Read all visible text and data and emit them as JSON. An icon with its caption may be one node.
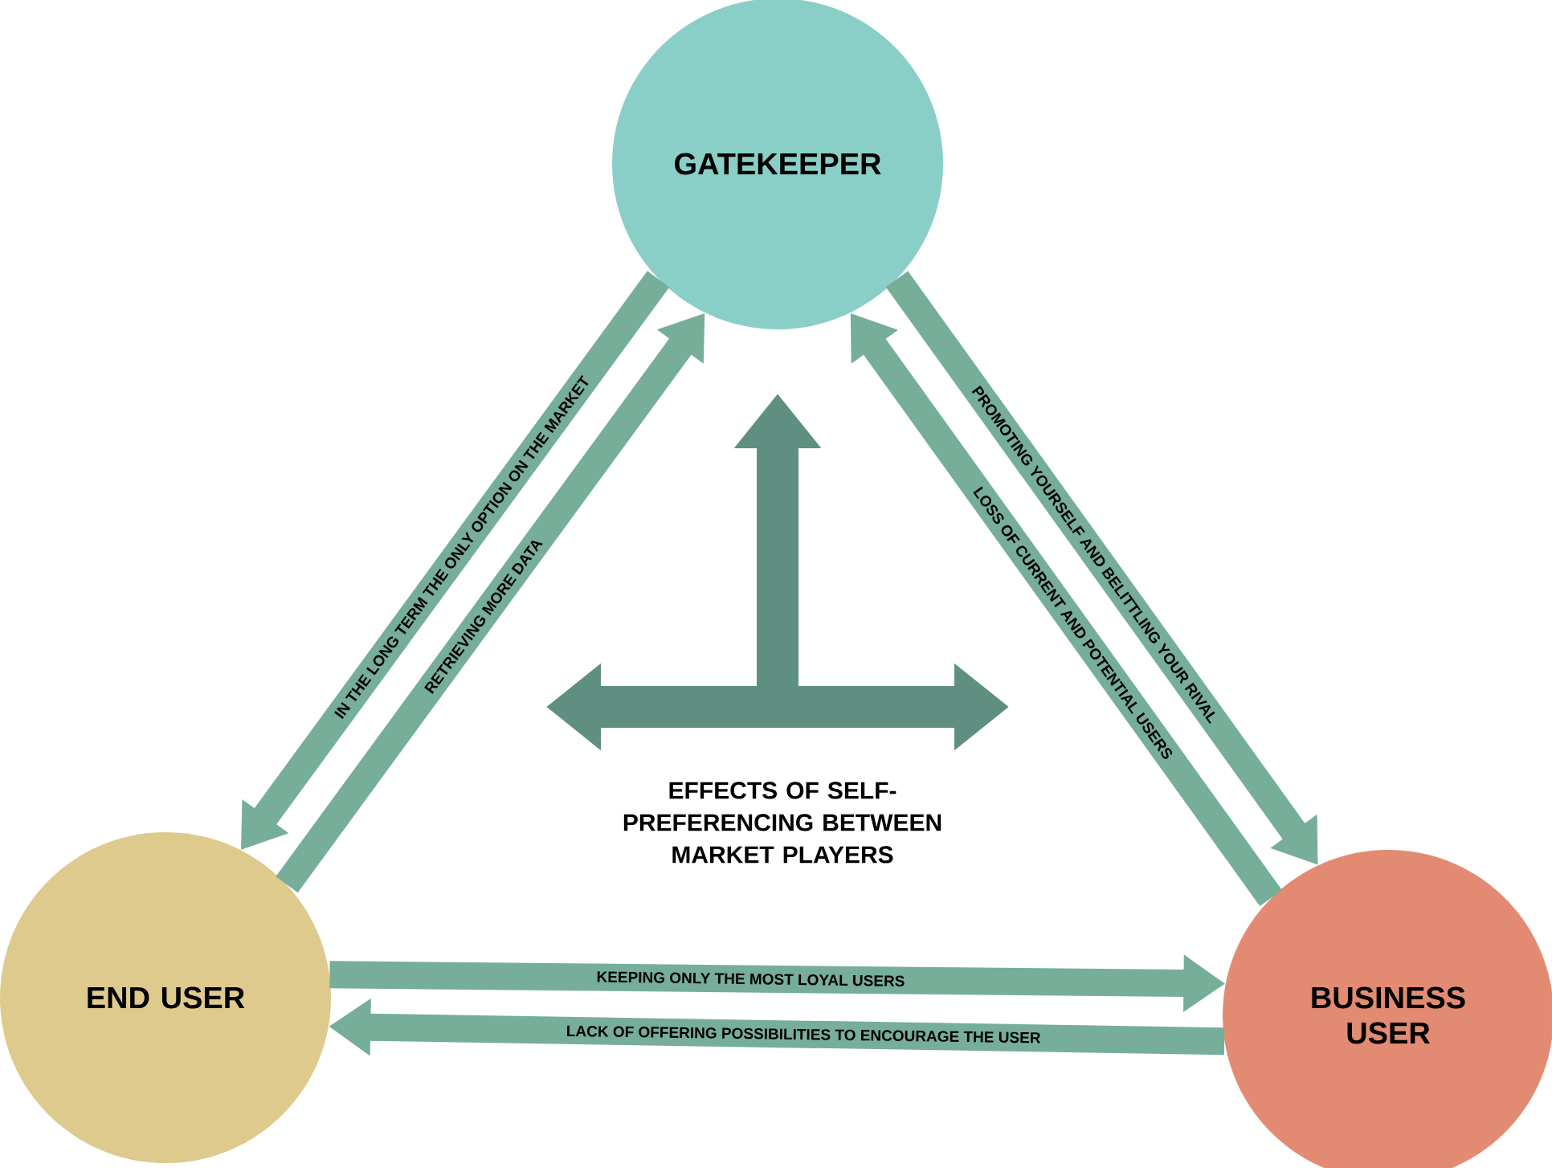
{
  "diagram": {
    "nodes": [
      {
        "text": [
          "GATEKEEPER"
        ]
      },
      {
        "text": [
          "END USER"
        ]
      },
      {
        "text": [
          "BUSINESS USER"
        ]
      }
    ],
    "edges": [
      {
        "from": 0,
        "to": 1,
        "arrow": "to",
        "label": "IN THE LONG TERM THE ONLY OPTION ON THE MARKET"
      },
      {
        "from": 1,
        "to": 0,
        "arrow": "to",
        "label": "RETRIEVING MORE DATA"
      },
      {
        "from": 0,
        "to": 2,
        "arrow": "to",
        "label": "PROMOTING YOURSELF AND BELITTLING YOUR RIVAL"
      },
      {
        "from": 2,
        "to": 0,
        "arrow": "to",
        "label": "LOSS OF CURRENT AND POTENTIAL USERS"
      },
      {
        "from": 1,
        "to": 2,
        "arrow": "to",
        "label": "KEEPING ONLY THE MOST LOYAL USERS"
      },
      {
        "from": 2,
        "to": 1,
        "arrow": "to",
        "label": "LACK OF OFFERING POSSIBILITIES TO ENCOURAGE THE USER"
      }
    ],
    "labels": [
      "EFFECTS OF SELF-PREFERENCING BETWEEN MARKET PLAYERS"
    ]
  }
}
